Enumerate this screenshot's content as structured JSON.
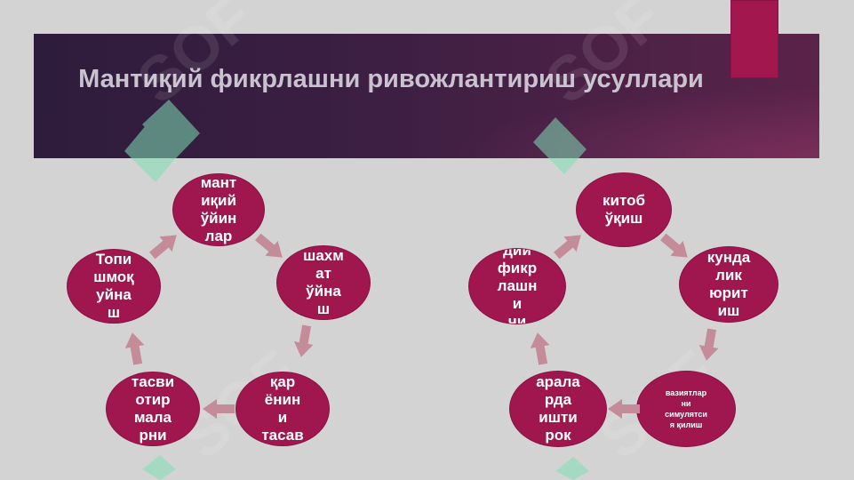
{
  "title": "Мантиқий фикрлашни ривожлантириш усуллари",
  "left_cycle": {
    "nodes": [
      "мант\nиқий\nўйин\nлар",
      "шахм\nат\nўйна\nш",
      "қар\nёнин\nи\nтасав",
      "тасви\nотир\nмала\nрни",
      "Топи\nшмоқ\nуйна\nш"
    ]
  },
  "right_cycle": {
    "nodes": [
      "китоб\nўқиш",
      "кунда\nлик\nюрит\nиш",
      "вазиятлар\nни\nсимулятси\nя қилиш",
      "арала\nрда\nишти\nрок",
      "дии\nфикр\nлашн\nи\nчи"
    ]
  },
  "colors": {
    "node_fill": "#a0164e",
    "arrow_fill": "#c48b98",
    "banner": "#3d1f43",
    "title_text": "#c9c2cf"
  }
}
